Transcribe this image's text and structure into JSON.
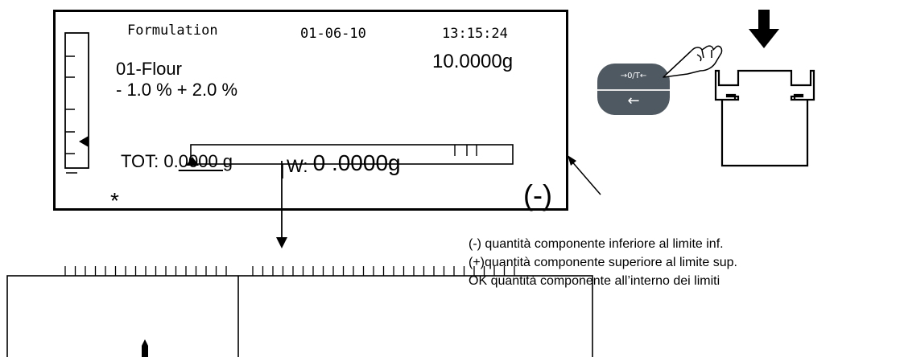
{
  "display": {
    "mode": "Formulation",
    "date": "01-06-10",
    "time": "13:15:24",
    "component": "01-Flour",
    "target_weight": "10.0000g",
    "tolerance": "- 1.0 % + 2.0 %",
    "total_prefix": "TOT: 0.",
    "total_rest": "0000 g",
    "weight_prefix": "W: ",
    "weight_value": "0 .0000g"
  },
  "annotations": {
    "asterisk": "*",
    "minus_sign": "(-)"
  },
  "key": {
    "top_label": "→0/T←",
    "bottom_label": "←"
  },
  "notes": [
    "(-) quantità componente inferiore al limite inf.",
    "(+)quantità componente superiore al limite sup.",
    "OK quantità componente all’interno dei limiti"
  ]
}
